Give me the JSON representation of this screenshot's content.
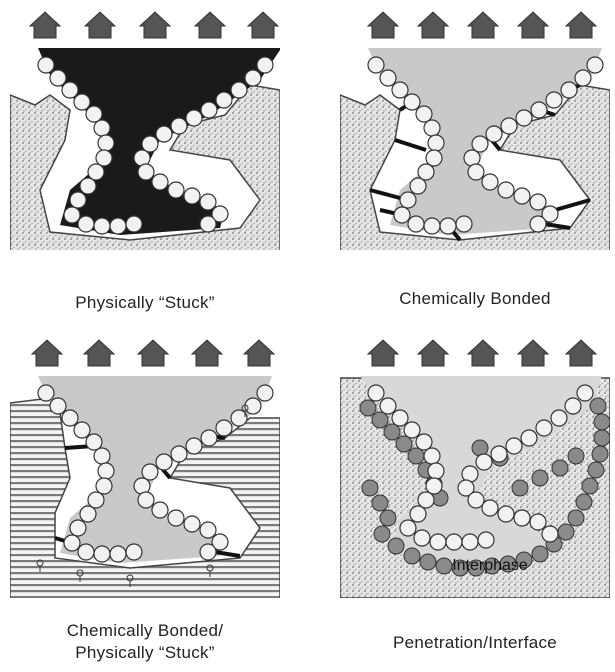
{
  "panels": [
    {
      "id": "p1",
      "caption": "Physically “Stuck”"
    },
    {
      "id": "p2",
      "caption": "Chemically Bonded"
    },
    {
      "id": "p3",
      "caption": "Chemically Bonded/",
      "caption2": "Physically “Stuck”"
    },
    {
      "id": "p4",
      "caption": "Penetration/Interface",
      "inner_label": "Interphase"
    }
  ],
  "colors": {
    "fill_dark": "#1a1a1a",
    "fill_light": "#c9c9c9",
    "bead": "#f2f2f2",
    "bead_dark": "#7a7a7a",
    "stipple": "#b8b8b8",
    "stripe": "#8a8a8a",
    "house": "#555555"
  },
  "icons": [
    "house-icon",
    "house-icon",
    "house-icon",
    "house-icon",
    "house-icon"
  ]
}
